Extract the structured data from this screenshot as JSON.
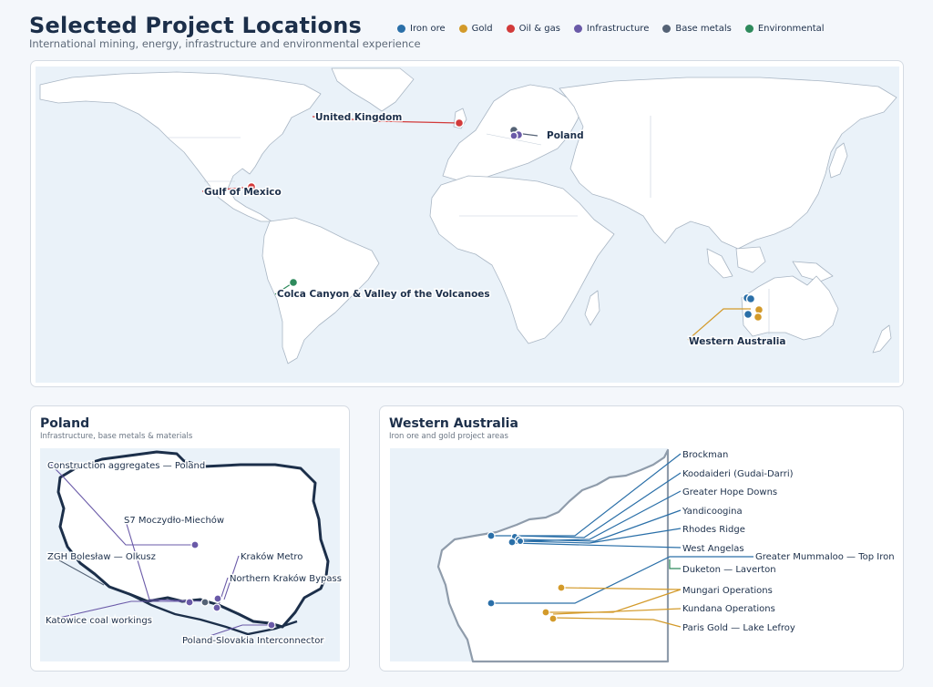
{
  "header": {
    "title": "Selected Project Locations",
    "subtitle": "International mining, energy, infrastructure and environmental experience"
  },
  "legend": [
    {
      "label": "Iron ore",
      "color": "#2a6fa8"
    },
    {
      "label": "Gold",
      "color": "#d39a2a"
    },
    {
      "label": "Oil & gas",
      "color": "#d23a3a"
    },
    {
      "label": "Infrastructure",
      "color": "#6a5aa8"
    },
    {
      "label": "Base metals",
      "color": "#546275"
    },
    {
      "label": "Environmental",
      "color": "#2e8a5c"
    }
  ],
  "world": {
    "labels": {
      "uk": "United Kingdom",
      "poland": "Poland",
      "gulf": "Gulf of Mexico",
      "colca": "Colca Canyon & Valley of the Volcanoes",
      "wa": "Western Australia"
    }
  },
  "poland": {
    "title": "Poland",
    "subtitle": "Infrastructure, base metals & materials",
    "labels": {
      "aggregates": "Construction aggregates — Poland",
      "s7": "S7 Moczydło-Miechów",
      "zgh": "ZGH Bolesław — Olkusz",
      "krakow_metro": "Kraków Metro",
      "bypass": "Northern Kraków Bypass",
      "katowice": "Katowice coal workings",
      "interconnector": "Poland-Slovakia Interconnector"
    }
  },
  "wa": {
    "title": "Western Australia",
    "subtitle": "Iron ore and gold project areas",
    "labels": {
      "brockman": "Brockman",
      "koodaideri": "Koodaideri (Gudai-Darri)",
      "greater_hope": "Greater Hope Downs",
      "yandicoogina": "Yandicoogina",
      "rhodes": "Rhodes Ridge",
      "west_angelas": "West Angelas",
      "mummaloo": "Greater Mummaloo — Top Iron",
      "duketon": "Duketon — Laverton",
      "mungari": "Mungari Operations",
      "kundana": "Kundana Operations",
      "paris": "Paris Gold — Lake Lefroy"
    }
  }
}
